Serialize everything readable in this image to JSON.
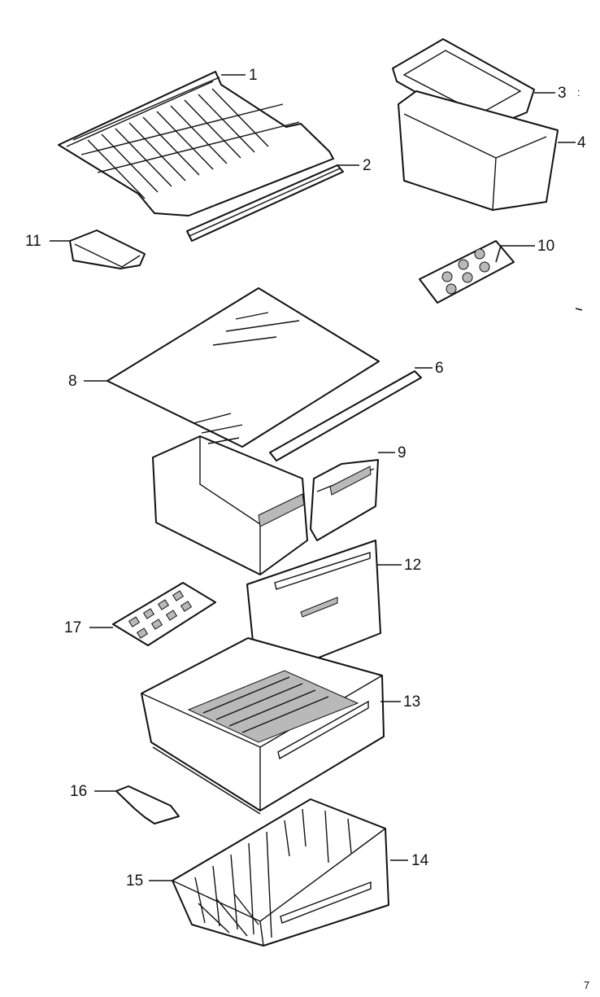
{
  "callouts": [
    "1",
    "2",
    "3",
    "4",
    "6",
    "8",
    "9",
    "10",
    "11",
    "12",
    "13",
    "14",
    "15",
    "16",
    "17"
  ],
  "corner_mark": "7",
  "stray_mark": ":"
}
